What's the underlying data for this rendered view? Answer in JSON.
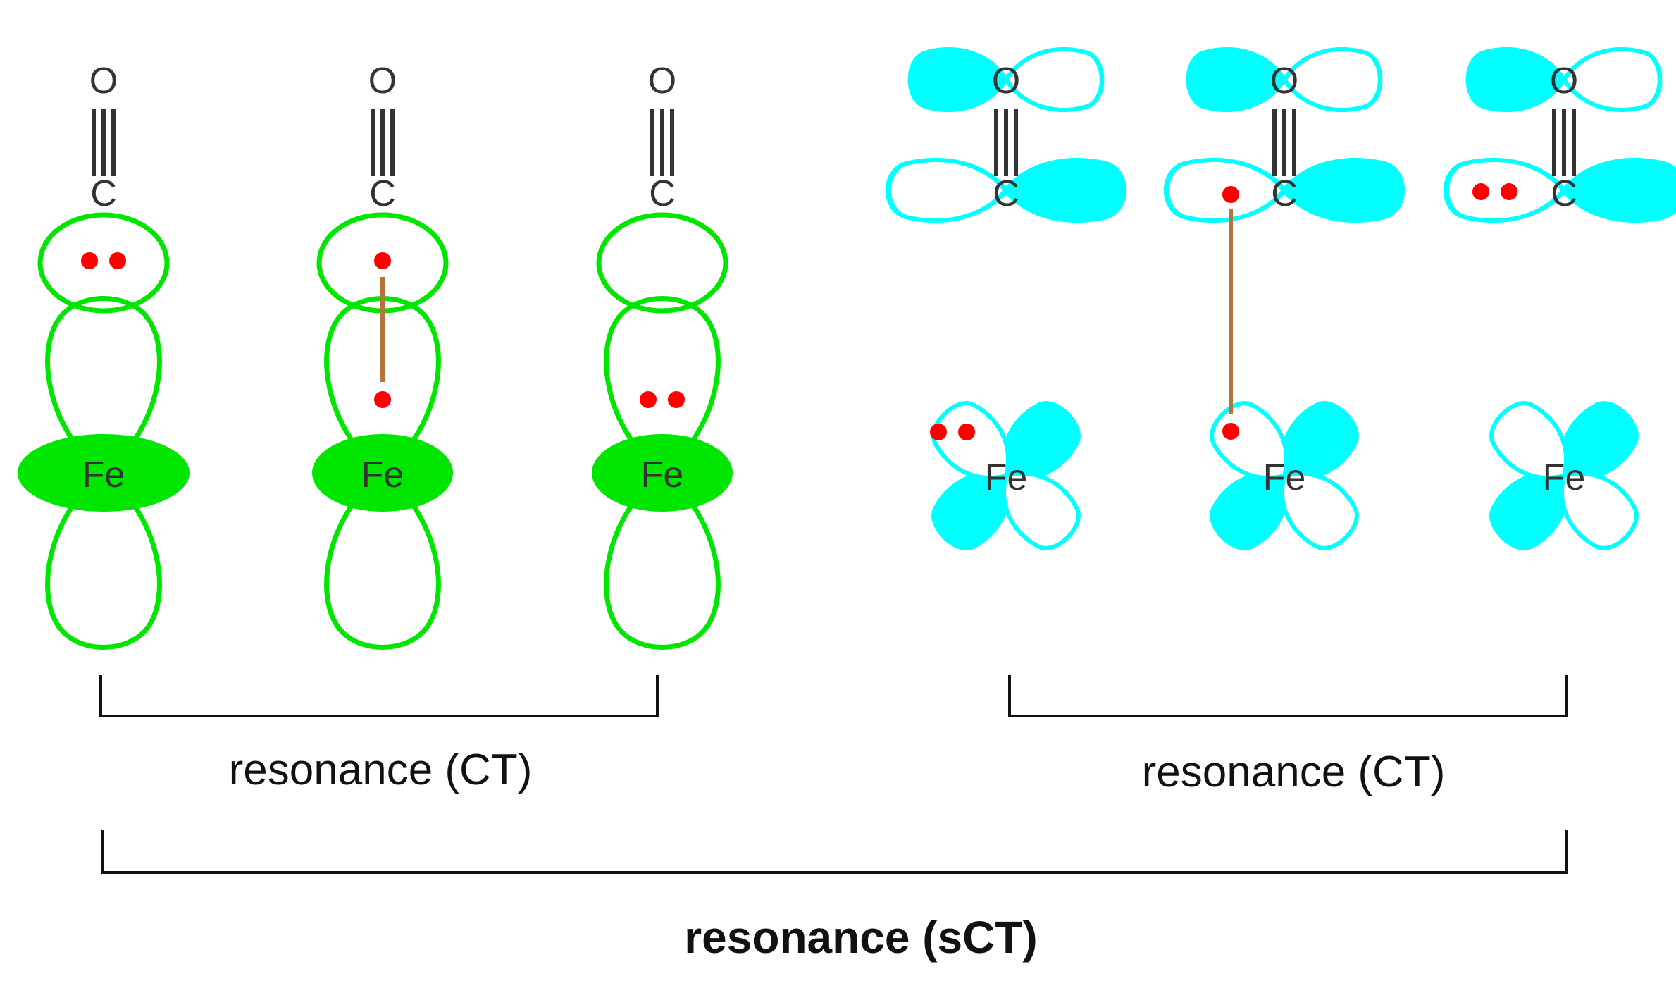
{
  "atoms": {
    "oxygen": "O",
    "carbon": "C",
    "iron": "Fe"
  },
  "labels": {
    "left_bracket": "resonance (CT)",
    "right_bracket": "resonance (CT)",
    "outer_bracket": "resonance (sCT)"
  },
  "colors": {
    "sigma_orbital": "#00e600",
    "pi_orbital": "#00ffff",
    "electron": "#ff0000",
    "bond_link": "#b5743a"
  },
  "structures": [
    {
      "group": "sigma",
      "ligand_electrons": 2,
      "metal_electrons": 0,
      "bonded": false
    },
    {
      "group": "sigma",
      "ligand_electrons": 1,
      "metal_electrons": 1,
      "bonded": true
    },
    {
      "group": "sigma",
      "ligand_electrons": 0,
      "metal_electrons": 2,
      "bonded": false
    },
    {
      "group": "pi",
      "ligand_electrons": 0,
      "metal_electrons": 2,
      "bonded": false
    },
    {
      "group": "pi",
      "ligand_electrons": 1,
      "metal_electrons": 1,
      "bonded": true
    },
    {
      "group": "pi",
      "ligand_electrons": 2,
      "metal_electrons": 0,
      "bonded": false
    }
  ]
}
